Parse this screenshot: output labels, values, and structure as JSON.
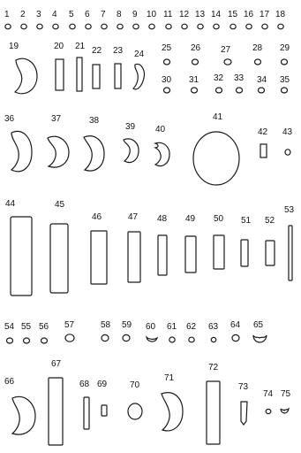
{
  "labels": {
    "n1": "1",
    "n2": "2",
    "n3": "3",
    "n4": "4",
    "n5": "5",
    "n6": "6",
    "n7": "7",
    "n8": "8",
    "n9": "9",
    "n10": "10",
    "n11": "11",
    "n12": "12",
    "n13": "13",
    "n14": "14",
    "n15": "15",
    "n16": "16",
    "n17": "17",
    "n18": "18",
    "n19": "19",
    "n20": "20",
    "n21": "21",
    "n22": "22",
    "n23": "23",
    "n24": "24",
    "n25": "25",
    "n26": "26",
    "n27": "27",
    "n28": "28",
    "n29": "29",
    "n30": "30",
    "n31": "31",
    "n32": "32",
    "n33": "33",
    "n34": "34",
    "n35": "35",
    "n36": "36",
    "n37": "37",
    "n38": "38",
    "n39": "39",
    "n40": "40",
    "n41": "41",
    "n42": "42",
    "n43": "43",
    "n44": "44",
    "n45": "45",
    "n46": "46",
    "n47": "47",
    "n48": "48",
    "n49": "49",
    "n50": "50",
    "n51": "51",
    "n52": "52",
    "n53": "53",
    "n54": "54",
    "n55": "55",
    "n56": "56",
    "n57": "57",
    "n58": "58",
    "n59": "59",
    "n60": "60",
    "n61": "61",
    "n62": "62",
    "n63": "63",
    "n64": "64",
    "n65": "65",
    "n66": "66",
    "n67": "67",
    "n68": "68",
    "n69": "69",
    "n70": "70",
    "n71": "71",
    "n72": "72",
    "n73": "73",
    "n74": "74",
    "n75": "75"
  }
}
